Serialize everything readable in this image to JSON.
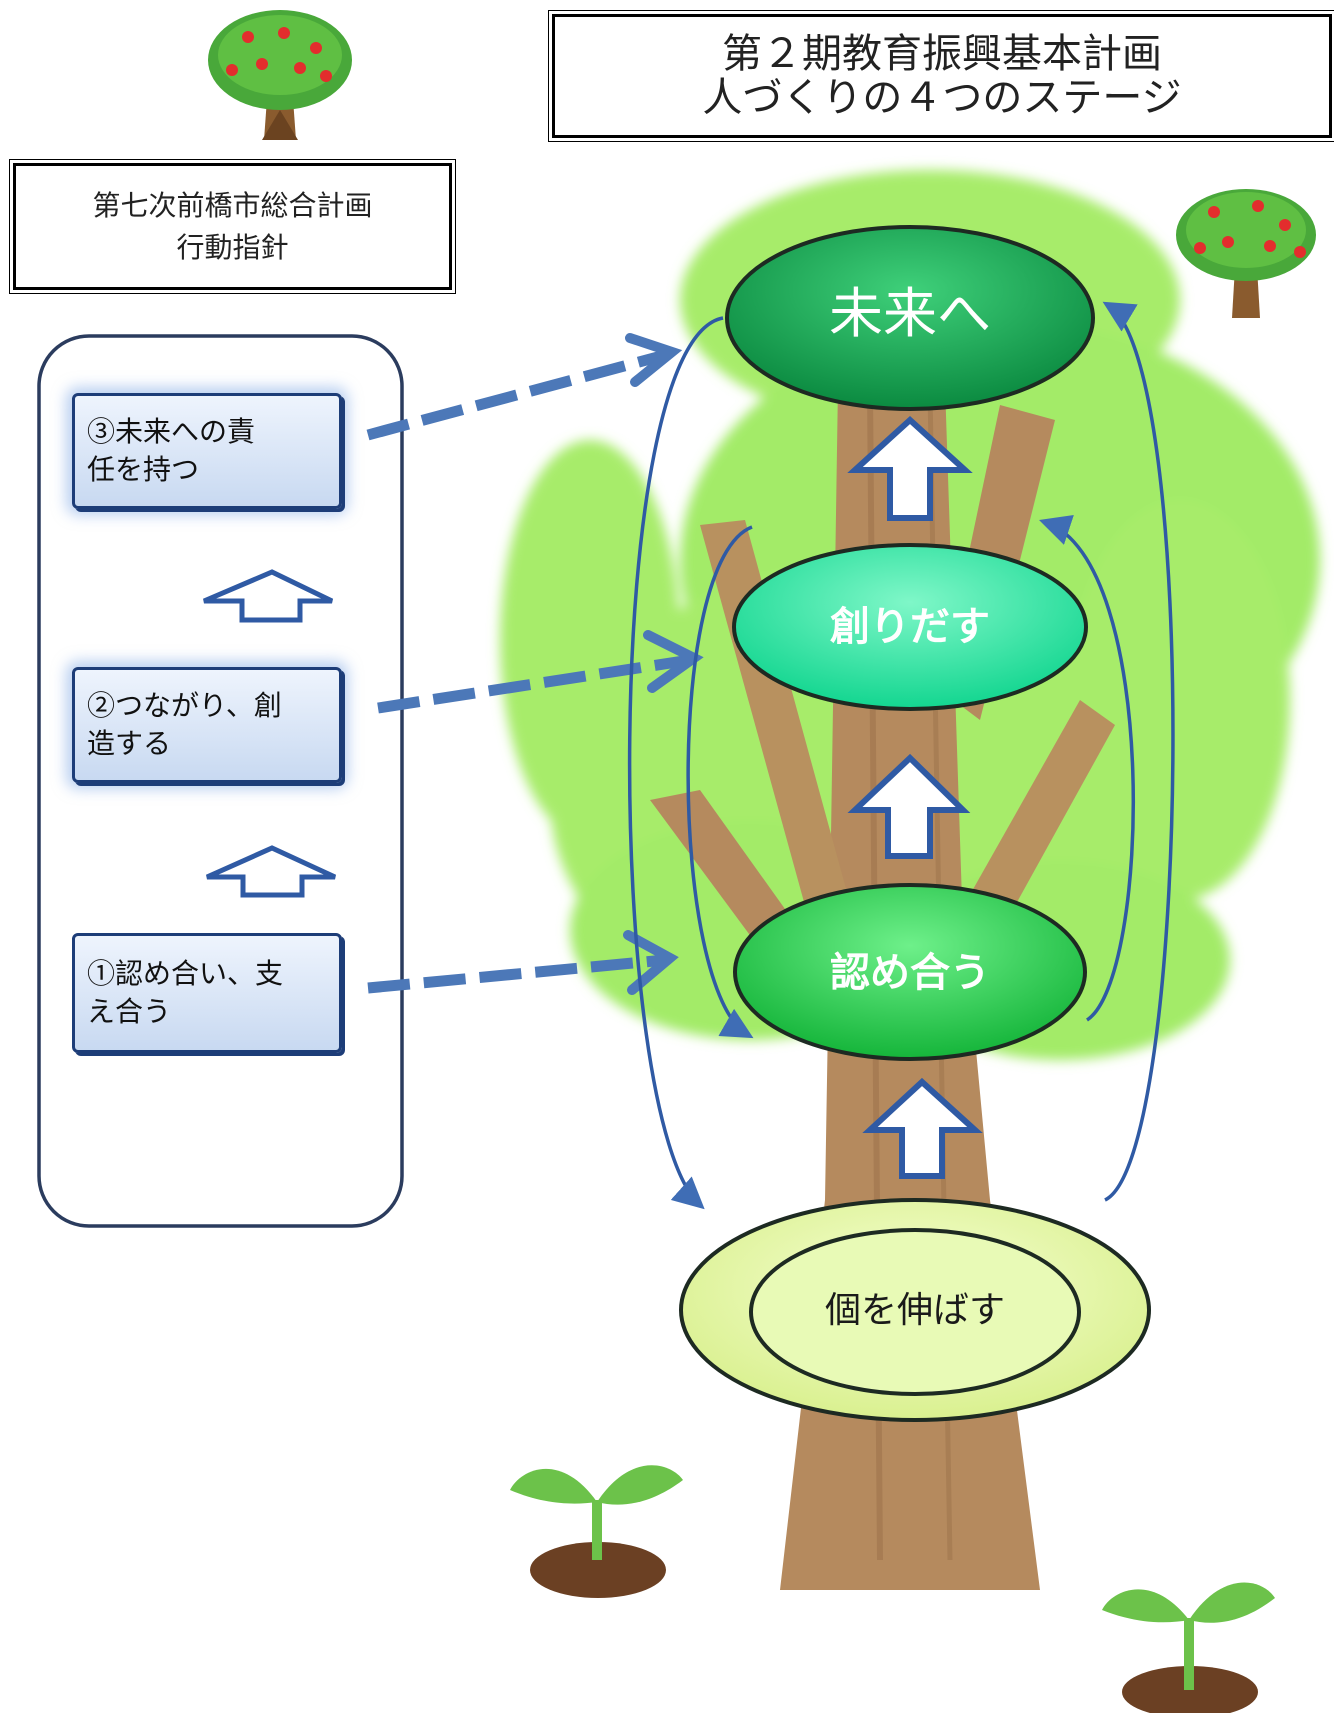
{
  "title_box": {
    "line1": "第２期教育振興基本計画",
    "line2": "人づくりの４つのステージ"
  },
  "plan_box": {
    "line1": "第七次前橋市総合計画",
    "line2": "行動指針"
  },
  "action_guidelines": [
    {
      "id": 3,
      "line1": "③未来への責",
      "line2": "任を持つ"
    },
    {
      "id": 2,
      "line1": "②つながり、創",
      "line2": "造する"
    },
    {
      "id": 1,
      "line1": "①認め合い、支",
      "line2": "え合う"
    }
  ],
  "stages": {
    "future": "未来へ",
    "create": "創りだす",
    "recognize": "認め合う",
    "individual": "個を伸ばす"
  },
  "colors": {
    "future_oval": "#0f9a4c",
    "create_oval": "#22e7a4",
    "recognize_oval": "#21c947",
    "individual_oval": "#e4f7a0",
    "arrow_blue": "#4c78b8",
    "cycle_line": "#2f5aa4",
    "foliage": "#a7ec6a",
    "trunk": "#b58a5e"
  }
}
